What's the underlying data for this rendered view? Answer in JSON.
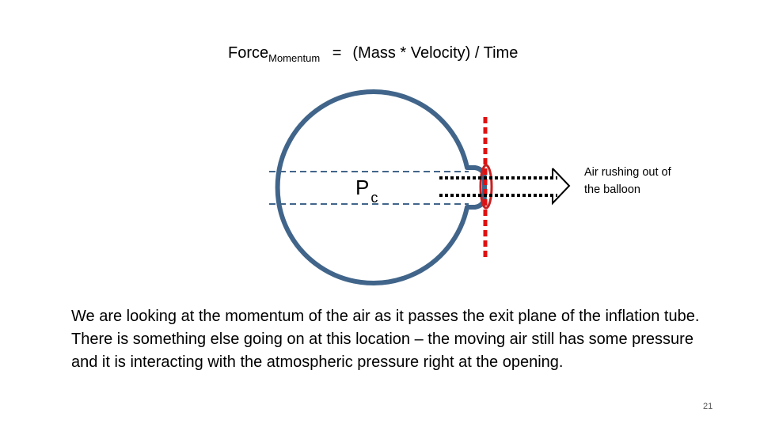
{
  "formula": {
    "lhs": "Force",
    "lhs_sub": "Momentum",
    "equals": "=",
    "rhs": "(Mass * Velocity) / Time"
  },
  "pressure_label": {
    "main": "P",
    "sub": "c"
  },
  "air_label": "Air rushing out of the balloon",
  "paragraph": "We are looking at the momentum of the air as it passes the exit plane of the inflation tube.  There is something else going on at this location – the moving air still has some pressure and it is interacting with the atmospheric pressure right at the opening.",
  "slide_number": "21",
  "colors": {
    "balloon": "#41658a",
    "exit_plane": "#e01010",
    "arrows": "#000000",
    "text": "#000000"
  }
}
